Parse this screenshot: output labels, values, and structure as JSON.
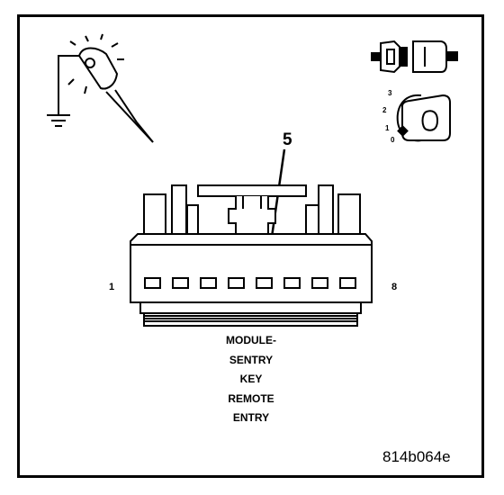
{
  "connector": {
    "pin_first": "1",
    "pin_last": "8",
    "pin_count": 8,
    "callout": "5",
    "caption_lines": [
      "MODULE-",
      "SENTRY",
      "KEY",
      "REMOTE",
      "ENTRY"
    ]
  },
  "icons": {
    "probe": "test-probe-ground-icon",
    "connector": "disconnected-connector-icon",
    "ignition": "ignition-key-off-icon"
  },
  "ignition_positions": [
    "3",
    "2",
    "1",
    "0"
  ],
  "figure_id": "814b064e"
}
